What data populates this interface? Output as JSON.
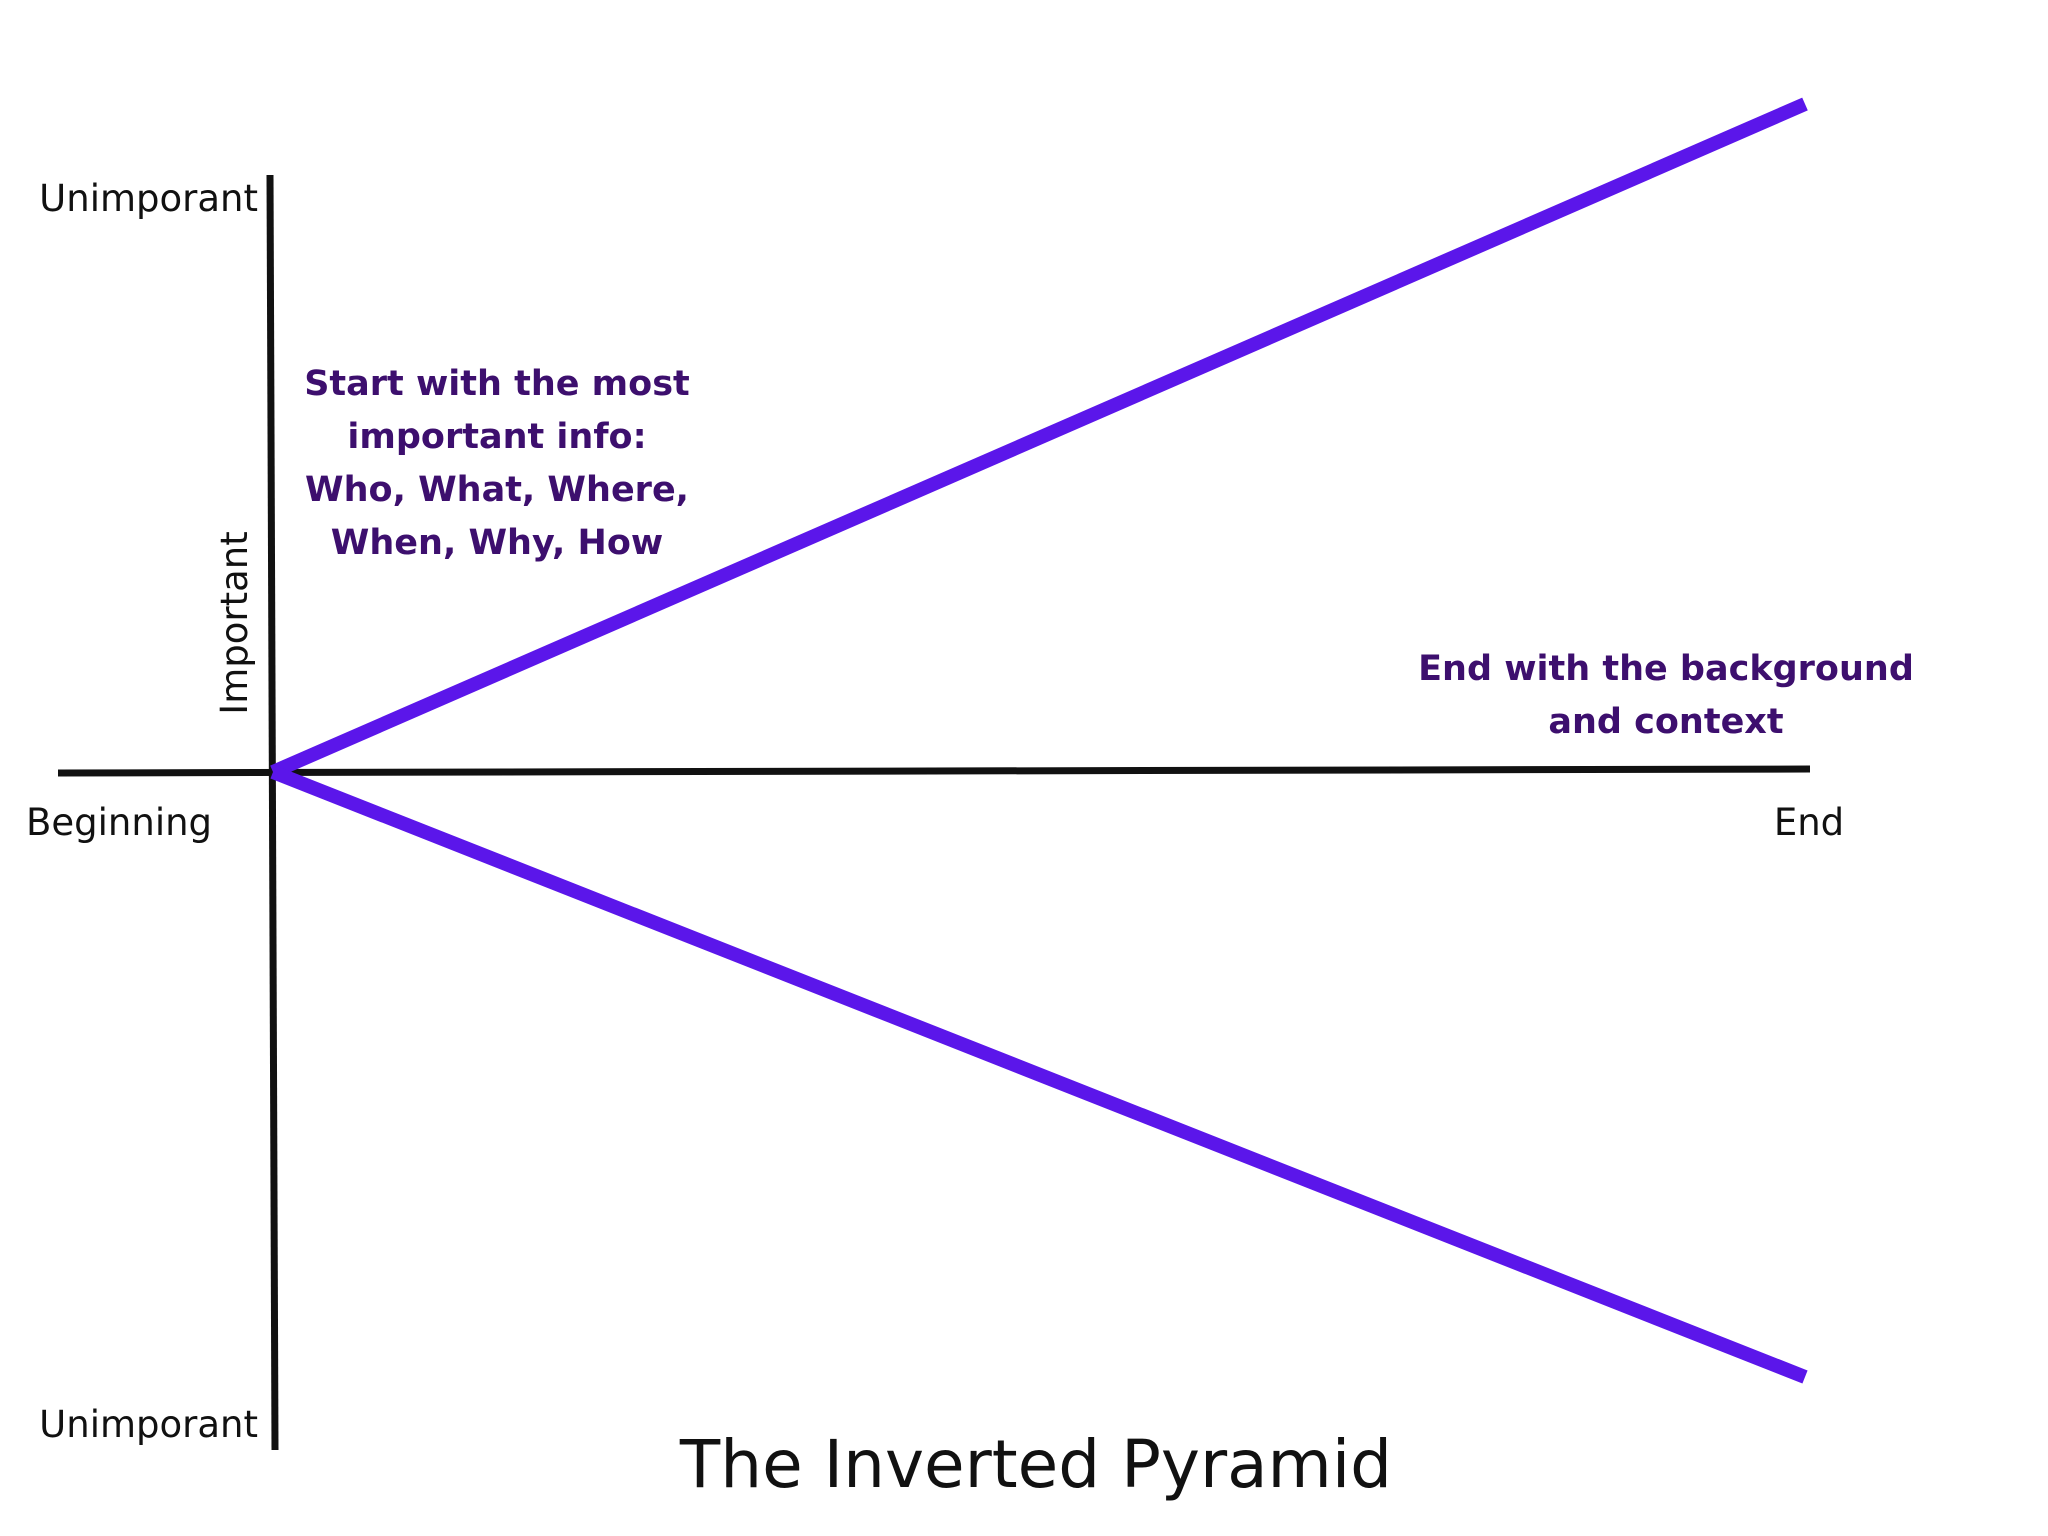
{
  "colors": {
    "background": "#ffffff",
    "axis": "#111111",
    "pyramid_line": "#5b16ea",
    "annotation_text": "#3d0f6e"
  },
  "axis": {
    "y_top_label": "Unimporant",
    "y_bottom_label": "Unimporant",
    "y_mid_label": "Important",
    "x_left_label": "Beginning",
    "x_right_label": "End"
  },
  "notes": {
    "start": [
      "Start with the most",
      "important info:",
      "Who, What, Where,",
      "When, Why, How"
    ],
    "end": [
      "End with the background",
      "and context"
    ]
  },
  "title": "The Inverted Pyramid"
}
